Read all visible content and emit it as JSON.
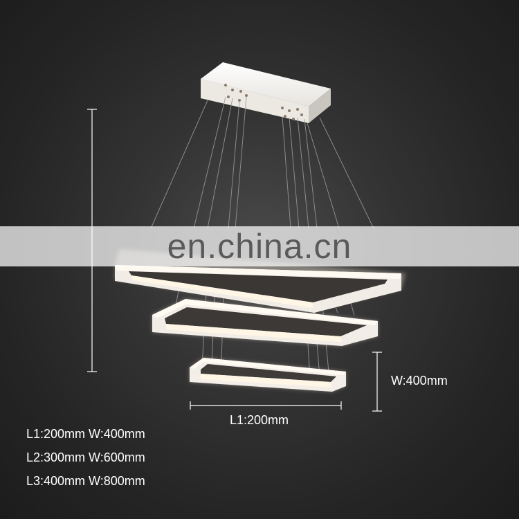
{
  "watermark": {
    "text": "en.china.cn"
  },
  "dimensions": {
    "width_label": "W:400mm",
    "length_label": "L1:200mm"
  },
  "specs": [
    "L1:200mm W:400mm",
    "L2:300mm W:600mm",
    "L3:400mm W:800mm"
  ],
  "colors": {
    "background": "#2a2a2a",
    "fixture": "#f4f1ec",
    "frame_glow": "#fff6e8",
    "text": "#ffffff",
    "watermark": "#5a5a5a"
  }
}
